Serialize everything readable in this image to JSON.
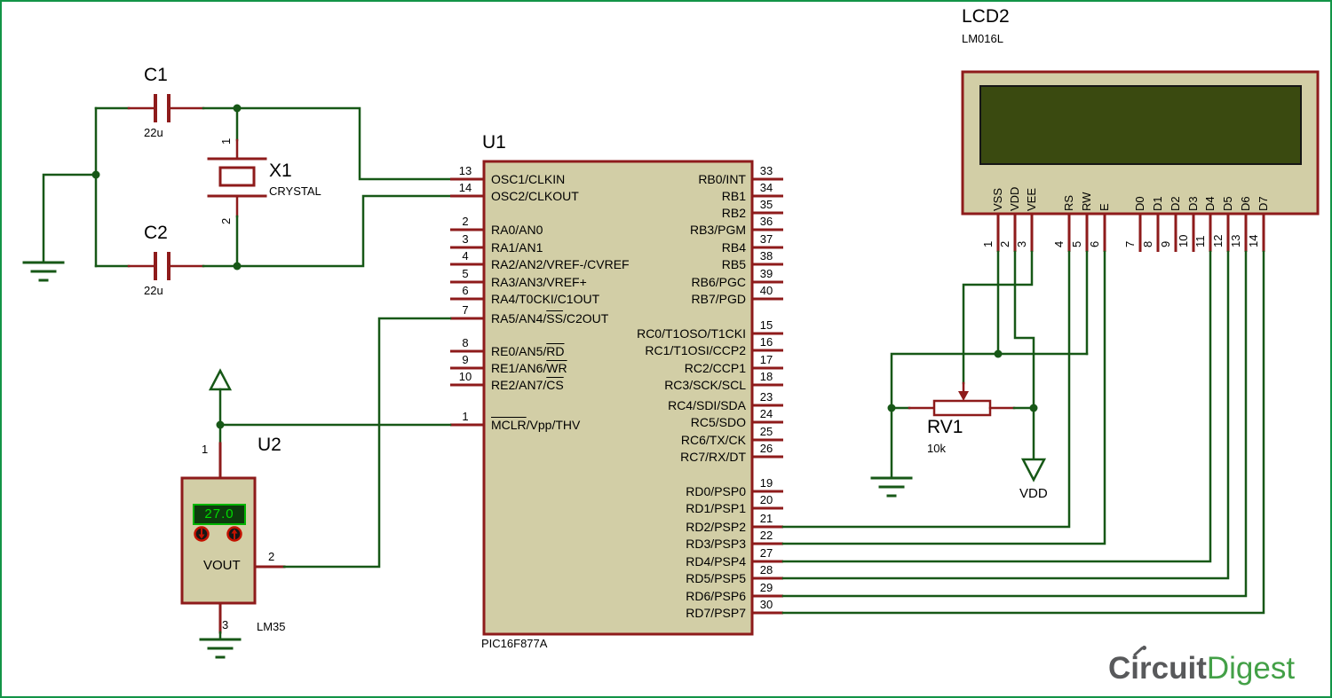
{
  "page": {
    "border_color": "#129447",
    "background": "#ffffff"
  },
  "colors": {
    "wire_green": "#175817",
    "component_outline": "#8e1b1b",
    "component_fill": "#d2cea6",
    "lcd_screen": "#3a4a10",
    "lm35_display_bg": "#0d3b0d",
    "lm35_display_border": "#00b400",
    "lm35_display_text": "#00dc00",
    "button_red": "#c41200",
    "text": "#000000",
    "logo_gray": "#58595b",
    "logo_green": "#43a047"
  },
  "crystal_circuit": {
    "c1": {
      "ref": "C1",
      "value": "22u"
    },
    "c2": {
      "ref": "C2",
      "value": "22u"
    },
    "x1": {
      "ref": "X1",
      "type": "CRYSTAL",
      "pin1": "1",
      "pin2": "2"
    }
  },
  "u1": {
    "ref": "U1",
    "part": "PIC16F877A",
    "left_pins": [
      {
        "num": "13",
        "label": "OSC1/CLKIN"
      },
      {
        "num": "14",
        "label": "OSC2/CLKOUT"
      },
      {
        "num": "2",
        "label": "RA0/AN0"
      },
      {
        "num": "3",
        "label": "RA1/AN1"
      },
      {
        "num": "4",
        "label": "RA2/AN2/VREF-/CVREF"
      },
      {
        "num": "5",
        "label": "RA3/AN3/VREF+"
      },
      {
        "num": "6",
        "label": "RA4/T0CKI/C1OUT"
      },
      {
        "num": "7",
        "label": "RA5/AN4/[SS]/C2OUT"
      },
      {
        "num": "8",
        "label": "RE0/AN5/[RD]"
      },
      {
        "num": "9",
        "label": "RE1/AN6/[WR]"
      },
      {
        "num": "10",
        "label": "RE2/AN7/[CS]"
      },
      {
        "num": "1",
        "label": "[MCLR]/Vpp/THV"
      }
    ],
    "right_pins": [
      {
        "num": "33",
        "label": "RB0/INT"
      },
      {
        "num": "34",
        "label": "RB1"
      },
      {
        "num": "35",
        "label": "RB2"
      },
      {
        "num": "36",
        "label": "RB3/PGM"
      },
      {
        "num": "37",
        "label": "RB4"
      },
      {
        "num": "38",
        "label": "RB5"
      },
      {
        "num": "39",
        "label": "RB6/PGC"
      },
      {
        "num": "40",
        "label": "RB7/PGD"
      },
      {
        "num": "15",
        "label": "RC0/T1OSO/T1CKI"
      },
      {
        "num": "16",
        "label": "RC1/T1OSI/CCP2"
      },
      {
        "num": "17",
        "label": "RC2/CCP1"
      },
      {
        "num": "18",
        "label": "RC3/SCK/SCL"
      },
      {
        "num": "23",
        "label": "RC4/SDI/SDA"
      },
      {
        "num": "24",
        "label": "RC5/SDO"
      },
      {
        "num": "25",
        "label": "RC6/TX/CK"
      },
      {
        "num": "26",
        "label": "RC7/RX/DT"
      },
      {
        "num": "19",
        "label": "RD0/PSP0"
      },
      {
        "num": "20",
        "label": "RD1/PSP1"
      },
      {
        "num": "21",
        "label": "RD2/PSP2"
      },
      {
        "num": "22",
        "label": "RD3/PSP3"
      },
      {
        "num": "27",
        "label": "RD4/PSP4"
      },
      {
        "num": "28",
        "label": "RD5/PSP5"
      },
      {
        "num": "29",
        "label": "RD6/PSP6"
      },
      {
        "num": "30",
        "label": "RD7/PSP7"
      }
    ]
  },
  "u2": {
    "ref": "U2",
    "part": "LM35",
    "display_value": "27.0",
    "vout_label": "VOUT",
    "pin1": "1",
    "pin2": "2",
    "pin3": "3"
  },
  "lcd": {
    "ref": "LCD2",
    "part": "LM016L",
    "pins": [
      {
        "num": "1",
        "name": "VSS"
      },
      {
        "num": "2",
        "name": "VDD"
      },
      {
        "num": "3",
        "name": "VEE"
      },
      {
        "num": "4",
        "name": "RS"
      },
      {
        "num": "5",
        "name": "RW"
      },
      {
        "num": "6",
        "name": "E"
      },
      {
        "num": "7",
        "name": "D0"
      },
      {
        "num": "8",
        "name": "D1"
      },
      {
        "num": "9",
        "name": "D2"
      },
      {
        "num": "10",
        "name": "D3"
      },
      {
        "num": "11",
        "name": "D4"
      },
      {
        "num": "12",
        "name": "D5"
      },
      {
        "num": "13",
        "name": "D6"
      },
      {
        "num": "14",
        "name": "D7"
      }
    ]
  },
  "rv1": {
    "ref": "RV1",
    "value": "10k"
  },
  "vdd_terminal": {
    "label": "VDD"
  },
  "logo": {
    "first": "Circuit",
    "second": "Digest"
  }
}
